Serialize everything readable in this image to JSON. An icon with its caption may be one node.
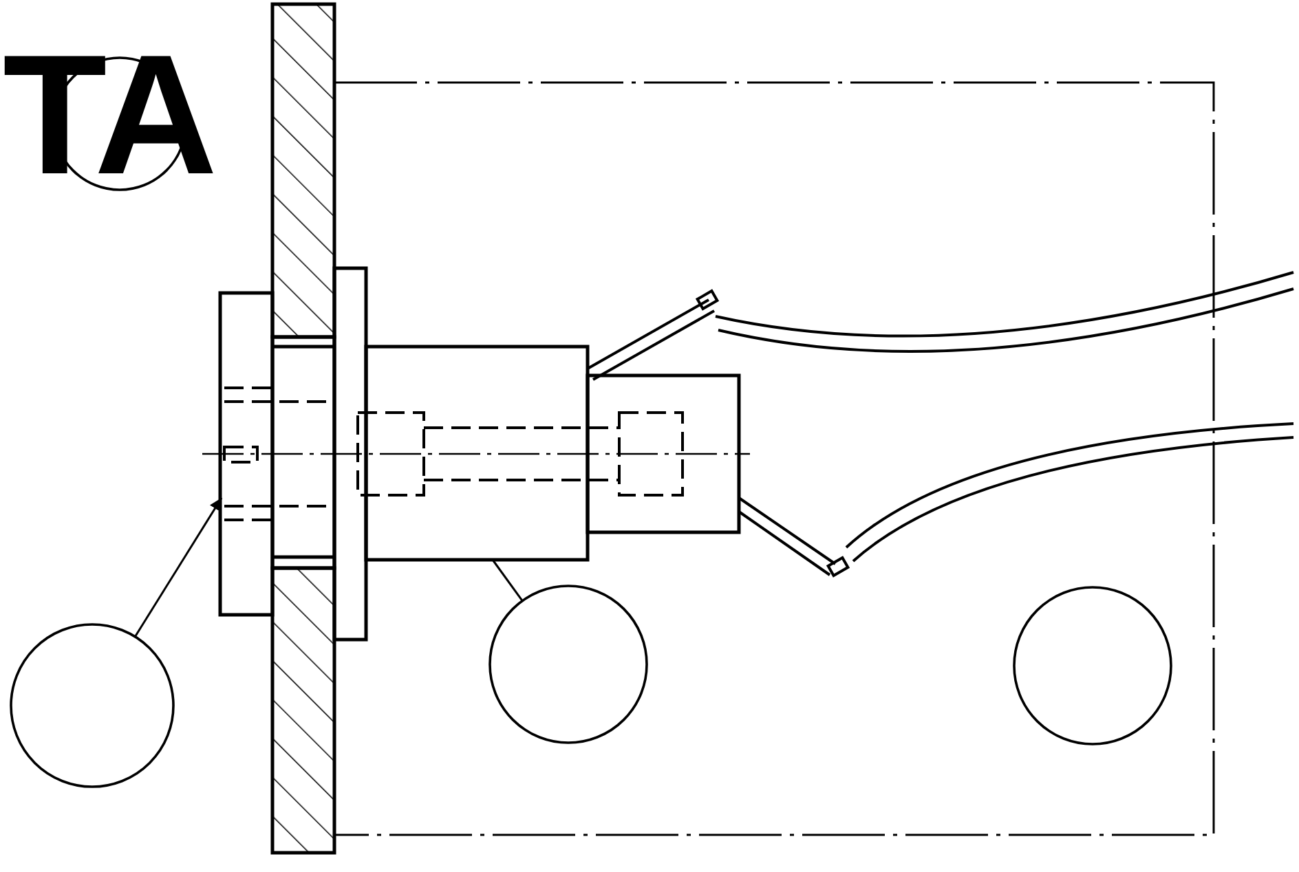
{
  "diagram": {
    "nodes": [
      {
        "text": [
          "TA"
        ]
      },
      {
        "text": [],
        "shape": "circle"
      },
      {
        "text": [],
        "shape": "circle"
      },
      {
        "text": [],
        "shape": "circle"
      },
      {
        "text": [],
        "shape": "box"
      },
      {
        "text": [],
        "shape": "box"
      }
    ],
    "edges": [
      {
        "from": 1,
        "to": 4,
        "arrow": "to"
      },
      {
        "from": 2,
        "to": 5,
        "arrow": "none"
      }
    ]
  }
}
